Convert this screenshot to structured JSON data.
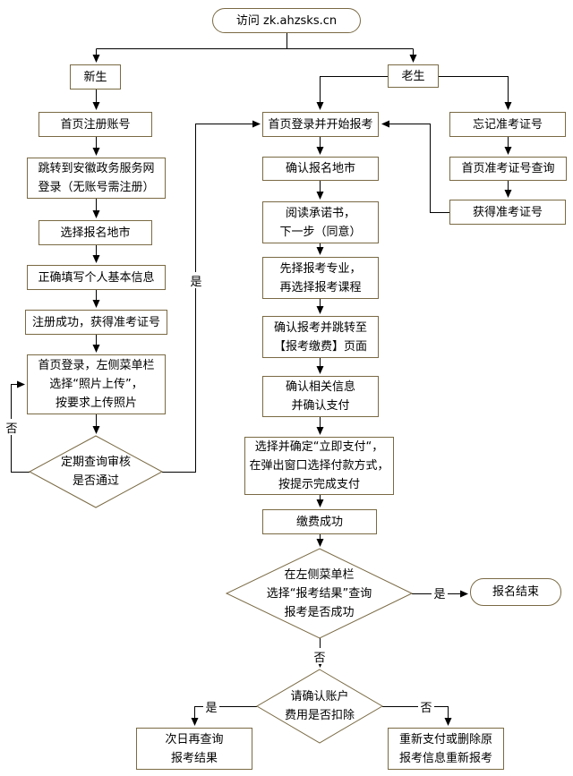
{
  "start": {
    "text": "访问 zk.ahzsks.cn"
  },
  "branches": {
    "new_student": "新生",
    "old_student": "老生"
  },
  "new_student_flow": {
    "register": "首页注册账号",
    "gov_login": "跳转到安徽政务服务网\n登录（无账号需注册）",
    "select_city": "选择报名地市",
    "fill_info": "正确填写个人基本信息",
    "register_success": "注册成功，获得准考证号",
    "upload_photo": "首页登录，左侧菜单栏\n选择“照片上传”，\n按要求上传照片",
    "audit_check": "定期查询审核\n是否通过"
  },
  "old_student_flow": {
    "forgot_number": "忘记准考证号",
    "query_number": "首页准考证号查询",
    "got_number": "获得准考证号"
  },
  "main_flow": {
    "login_start": "首页登录并开始报考",
    "confirm_city": "确认报名地市",
    "read_promise": "阅读承诺书，\n下一步（同意）",
    "choose_major": "先择报考专业，\n再选择报考课程",
    "confirm_jump": "确认报考并跳转至\n【报考缴费】页面",
    "confirm_pay": "确认相关信息\n并确认支付",
    "pay_process": "选择并确定“立即支付“，\n在弹出窗口选择付款方式，\n按提示完成支付",
    "pay_success": "缴费成功",
    "result_check": "在左侧菜单栏\n选择“报考结果”查询\n报考是否成功",
    "end": "报名结束",
    "fee_check": "请确认账户\n费用是否扣除",
    "next_day_query": "次日再查询\n报考结果",
    "repay": "重新支付或删除原\n报考信息重新报考"
  },
  "labels": {
    "yes": "是",
    "no": "否"
  },
  "colors": {
    "border": "#7a6a44",
    "line": "#000000",
    "text": "#000000",
    "background": "#ffffff"
  }
}
